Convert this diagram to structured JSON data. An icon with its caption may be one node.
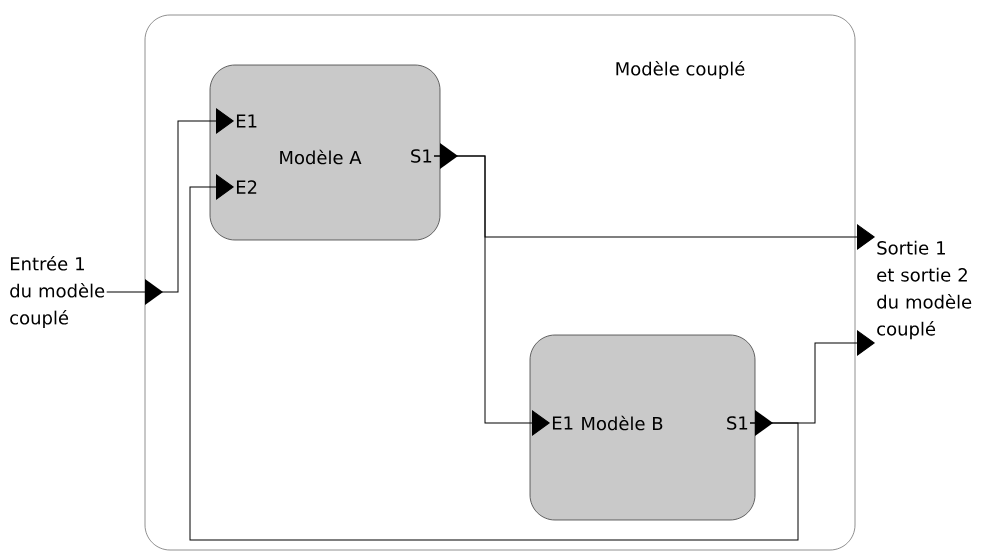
{
  "diagram": {
    "nodes": [
      {
        "text": [
          "Modèle couplé"
        ]
      },
      {
        "text": [
          "Modèle A"
        ],
        "in": 0
      },
      {
        "text": [
          "E1"
        ],
        "in": 1
      },
      {
        "text": [
          "E2"
        ],
        "in": 1
      },
      {
        "text": [
          "S1"
        ],
        "in": 1
      },
      {
        "text": [
          "Modèle B"
        ],
        "in": 0
      },
      {
        "text": [
          "E1"
        ],
        "in": 5
      },
      {
        "text": [
          "S1"
        ],
        "in": 5
      },
      {
        "text": [
          "Entrée 1 du modèle couplé"
        ]
      },
      {
        "text": [
          "Sortie 1 et sortie 2 du modèle couplé"
        ]
      }
    ],
    "edges": [
      {
        "from": 8,
        "to": 2,
        "arrow": "to"
      },
      {
        "from": 4,
        "to": 9,
        "arrow": "to"
      },
      {
        "from": 4,
        "to": 6,
        "arrow": "to"
      },
      {
        "from": 7,
        "to": 9,
        "arrow": "to"
      },
      {
        "from": 7,
        "to": 3,
        "arrow": "to"
      }
    ]
  }
}
